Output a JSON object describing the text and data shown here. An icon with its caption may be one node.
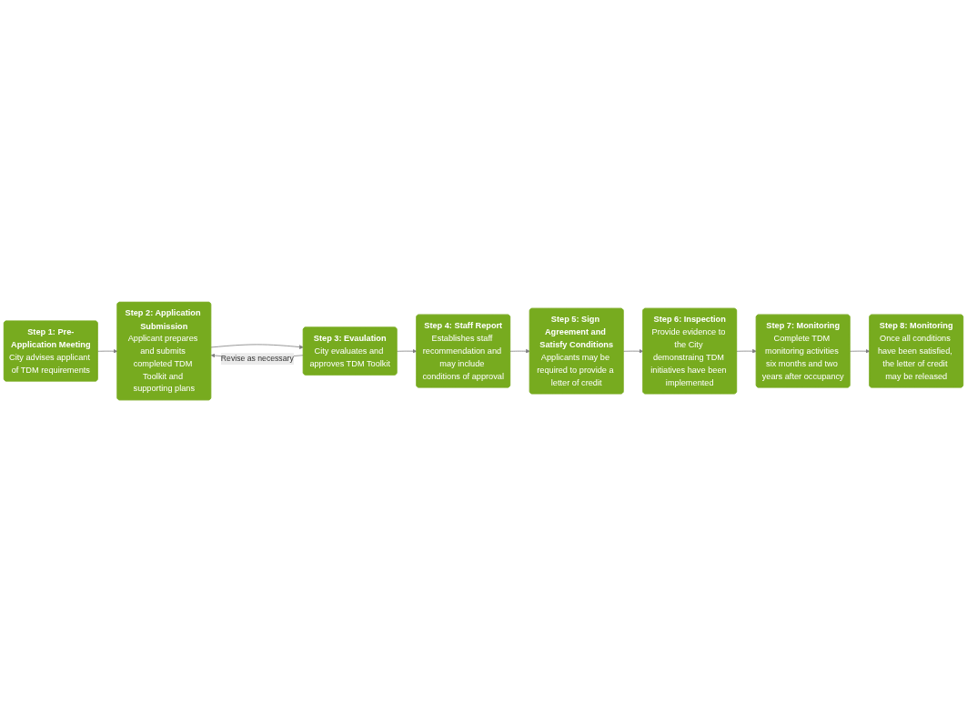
{
  "diagram": {
    "nodes": [
      {
        "text": [
          "Step 1: Pre-Application Meeting",
          "City advises applicant of TDM requirements"
        ]
      },
      {
        "text": [
          "Step 2: Application Submission",
          "Applicant prepares and submits completed TDM Toolkit and supporting plans"
        ]
      },
      {
        "text": [
          "Step 3: Evaulation",
          "City evaluates and approves TDM Toolkit"
        ]
      },
      {
        "text": [
          "Step 4: Staff Report",
          "Establishes staff recommendation and may include conditions of approval"
        ]
      },
      {
        "text": [
          "Step 5: Sign Agreement and Satisfy Conditions",
          "Applicants may be required to provide a letter of credit"
        ]
      },
      {
        "text": [
          "Step 6: Inspection",
          "Provide evidence to the City demonstraing TDM initiatives have been implemented"
        ]
      },
      {
        "text": [
          "Step 7: Monitoring",
          "Complete TDM monitoring activities six months and two years after occupancy"
        ]
      },
      {
        "text": [
          "Step 8: Monitoring",
          "Once all conditions have been satisfied, the letter of credit may be released"
        ]
      }
    ],
    "edges": [
      {
        "from": 0,
        "to": 1,
        "arrow": "to"
      },
      {
        "from": 1,
        "to": 2,
        "arrow": "to"
      },
      {
        "from": 2,
        "to": 1,
        "arrow": "to",
        "label": "Revise as necessary"
      },
      {
        "from": 2,
        "to": 3,
        "arrow": "to"
      },
      {
        "from": 3,
        "to": 4,
        "arrow": "to"
      },
      {
        "from": 4,
        "to": 5,
        "arrow": "to"
      },
      {
        "from": 5,
        "to": 6,
        "arrow": "to"
      },
      {
        "from": 6,
        "to": 7,
        "arrow": "to"
      }
    ]
  }
}
